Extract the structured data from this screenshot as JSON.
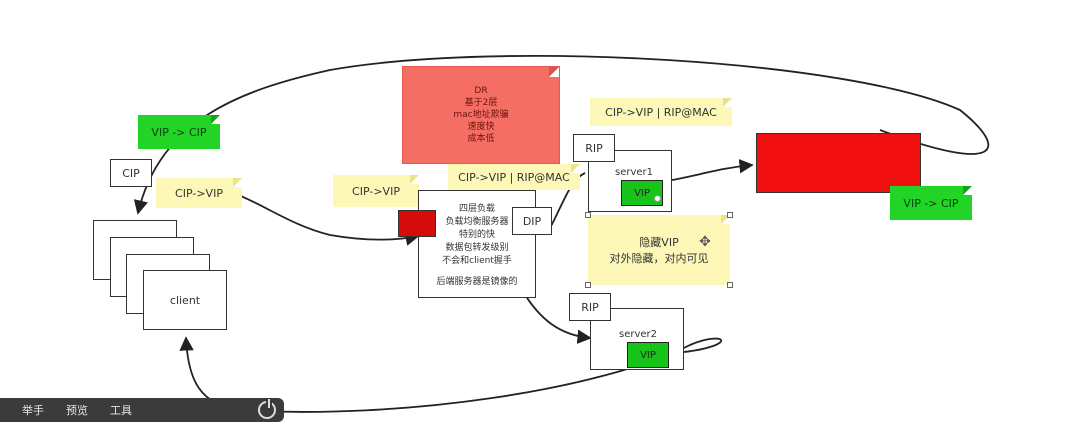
{
  "dr_note": {
    "lines": [
      "DR",
      "基于2层",
      "mac地址欺骗",
      "速度快",
      "成本低"
    ]
  },
  "notes": {
    "cip_vip_left": "CIP->VIP",
    "cip_vip_mid": "CIP->VIP",
    "cip_vip_rip_mac_top": "CIP->VIP | RIP@MAC",
    "cip_vip_rip_mac_mid": "CIP->VIP | RIP@MAC",
    "vip_cip_left": "VIP -> CIP",
    "vip_cip_right": "VIP -> CIP",
    "hidden_vip_line1": "隐藏VIP",
    "hidden_vip_line2": "对外隐藏，对内可见"
  },
  "lb": {
    "lines": [
      "四层负载",
      "负载均衡服务器",
      "特别的快",
      "数据包转发级别",
      "不会和client握手",
      "",
      "后端服务器是镜像的"
    ],
    "dip": "DIP"
  },
  "labels": {
    "cip": "CIP",
    "client": "client",
    "rip1": "RIP",
    "rip2": "RIP",
    "server1": "server1",
    "server2": "server2",
    "vip1": "VIP",
    "vip2": "VIP"
  },
  "taskbar": {
    "items": [
      "举手",
      "预览",
      "工具"
    ]
  },
  "colors": {
    "green": "#19c41a",
    "red": "#f20f0f",
    "salmon": "#f46e64",
    "note_yellow": "#fdf8b8"
  },
  "icons": [
    "move-icon",
    "power-icon"
  ]
}
